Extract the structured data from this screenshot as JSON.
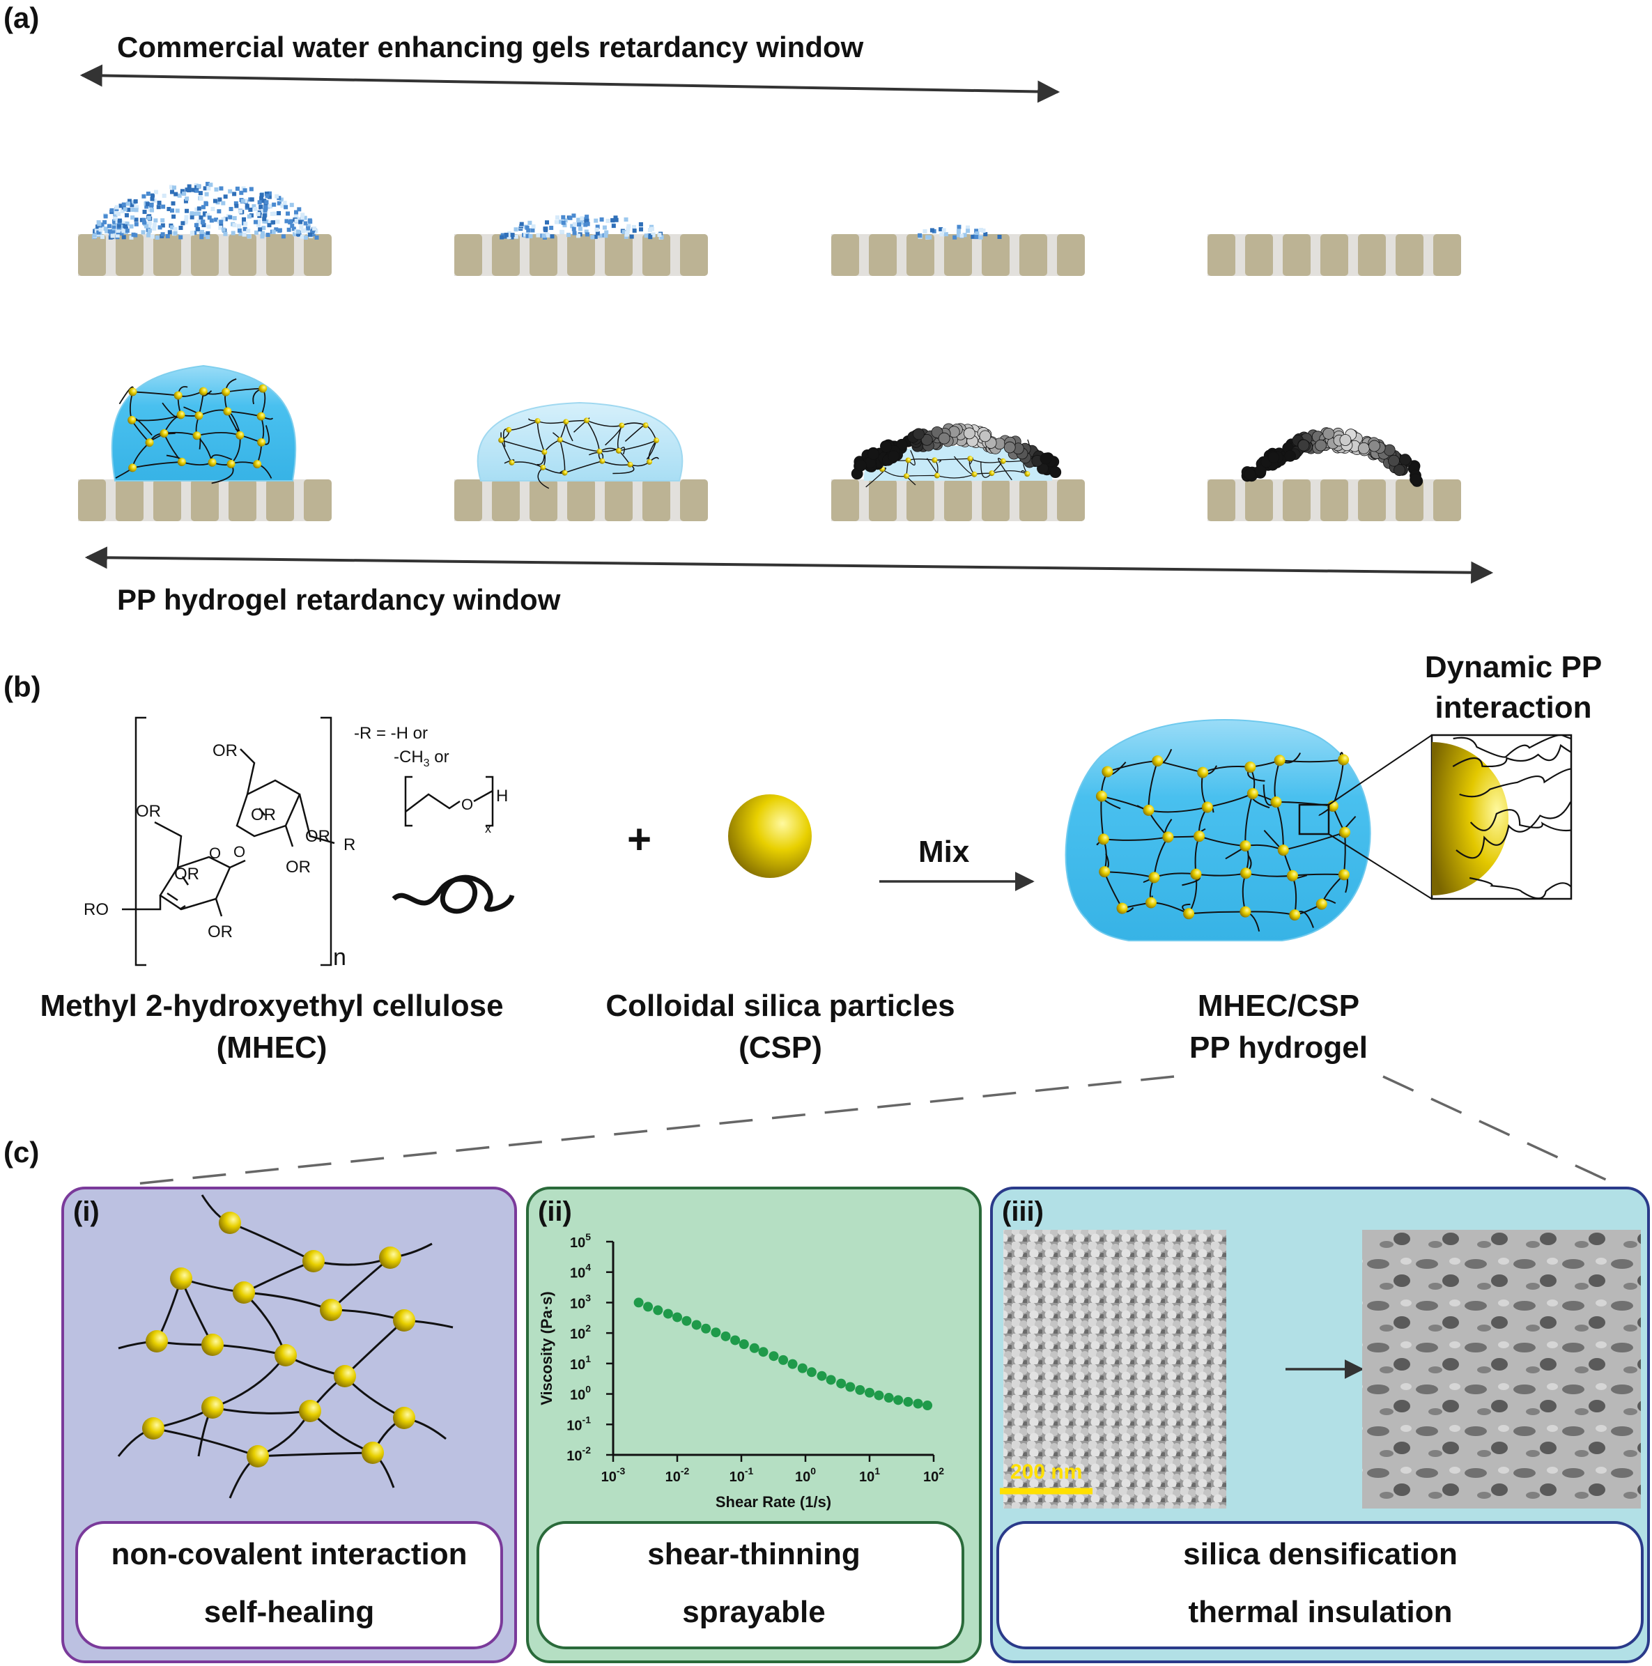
{
  "panel_a": {
    "label": "(a)",
    "commercial_window": "Commercial water enhancing gels retardancy window",
    "pp_window": "PP hydrogel retardancy window"
  },
  "panel_b": {
    "label": "(b)",
    "r_group": {
      "line1": "-R = -H or",
      "line2": "-CH",
      "line2_sub": "3",
      "line2_tail": " or",
      "h": "H",
      "x": "x"
    },
    "or_labels": [
      "OR",
      "OR",
      "OR",
      "OR",
      "OR",
      "OR",
      "OR"
    ],
    "ro_label": "RO",
    "r_label": "R",
    "o_label": "O",
    "n_label": "n",
    "plus": "+",
    "mix": "Mix",
    "mhec_name": "Methyl 2-hydroxyethyl cellulose",
    "mhec_abbr": "(MHEC)",
    "csp_name": "Colloidal silica particles",
    "csp_abbr": "(CSP)",
    "hydrogel_line1": "MHEC/CSP",
    "hydrogel_line2": "PP hydrogel",
    "dynamic_line1": "Dynamic PP",
    "dynamic_line2": "interaction"
  },
  "panel_c": {
    "label": "(c)",
    "i": {
      "label": "(i)",
      "line1": "non-covalent interaction",
      "line2": "self-healing"
    },
    "ii": {
      "label": "(ii)",
      "line1": "shear-thinning",
      "line2": "sprayable"
    },
    "iii": {
      "label": "(iii)",
      "line1": "silica densification",
      "line2": "thermal insulation",
      "scale_bar": "200 nm"
    }
  },
  "colors": {
    "substrate": "#bcb394",
    "gel_blue": "#4fc3f0",
    "silica_yellow": "#e0c400",
    "panel_i_bg": "#bcc1e1",
    "panel_i_border": "#7a3a9a",
    "panel_ii_bg": "#b5dfc3",
    "panel_ii_border": "#2a6a3a",
    "panel_iii_bg": "#b2e0e6",
    "panel_iii_border": "#2a3a8a",
    "data_green": "#1f9a4a",
    "scale_yellow": "#ffe000"
  },
  "chart_data": {
    "type": "scatter",
    "xlabel": "Shear Rate (1/s)",
    "ylabel": "Viscosity (Pa·s)",
    "xscale": "log",
    "yscale": "log",
    "xlim": [
      0.001,
      100
    ],
    "ylim": [
      0.01,
      100000
    ],
    "x_ticks": [
      {
        "base": "10",
        "exp": "-3"
      },
      {
        "base": "10",
        "exp": "-2"
      },
      {
        "base": "10",
        "exp": "-1"
      },
      {
        "base": "10",
        "exp": "0"
      },
      {
        "base": "10",
        "exp": "1"
      },
      {
        "base": "10",
        "exp": "2"
      }
    ],
    "y_ticks": [
      {
        "base": "10",
        "exp": "-2"
      },
      {
        "base": "10",
        "exp": "-1"
      },
      {
        "base": "10",
        "exp": "0"
      },
      {
        "base": "10",
        "exp": "1"
      },
      {
        "base": "10",
        "exp": "2"
      },
      {
        "base": "10",
        "exp": "3"
      },
      {
        "base": "10",
        "exp": "4"
      },
      {
        "base": "10",
        "exp": "5"
      }
    ],
    "series": [
      {
        "color": "#1f9a4a",
        "points": [
          [
            0.0025,
            1000
          ],
          [
            0.0035,
            730
          ],
          [
            0.005,
            560
          ],
          [
            0.0072,
            430
          ],
          [
            0.01,
            330
          ],
          [
            0.014,
            250
          ],
          [
            0.02,
            185
          ],
          [
            0.028,
            140
          ],
          [
            0.04,
            105
          ],
          [
            0.057,
            78
          ],
          [
            0.08,
            58
          ],
          [
            0.11,
            43
          ],
          [
            0.16,
            32
          ],
          [
            0.22,
            24
          ],
          [
            0.32,
            17.5
          ],
          [
            0.45,
            13
          ],
          [
            0.63,
            9.6
          ],
          [
            0.9,
            7
          ],
          [
            1.25,
            5.2
          ],
          [
            1.8,
            3.9
          ],
          [
            2.5,
            2.9
          ],
          [
            3.6,
            2.2
          ],
          [
            5,
            1.7
          ],
          [
            7.1,
            1.35
          ],
          [
            10,
            1.1
          ],
          [
            14,
            0.9
          ],
          [
            20,
            0.75
          ],
          [
            28,
            0.63
          ],
          [
            40,
            0.55
          ],
          [
            57,
            0.48
          ],
          [
            80,
            0.42
          ]
        ]
      }
    ]
  }
}
